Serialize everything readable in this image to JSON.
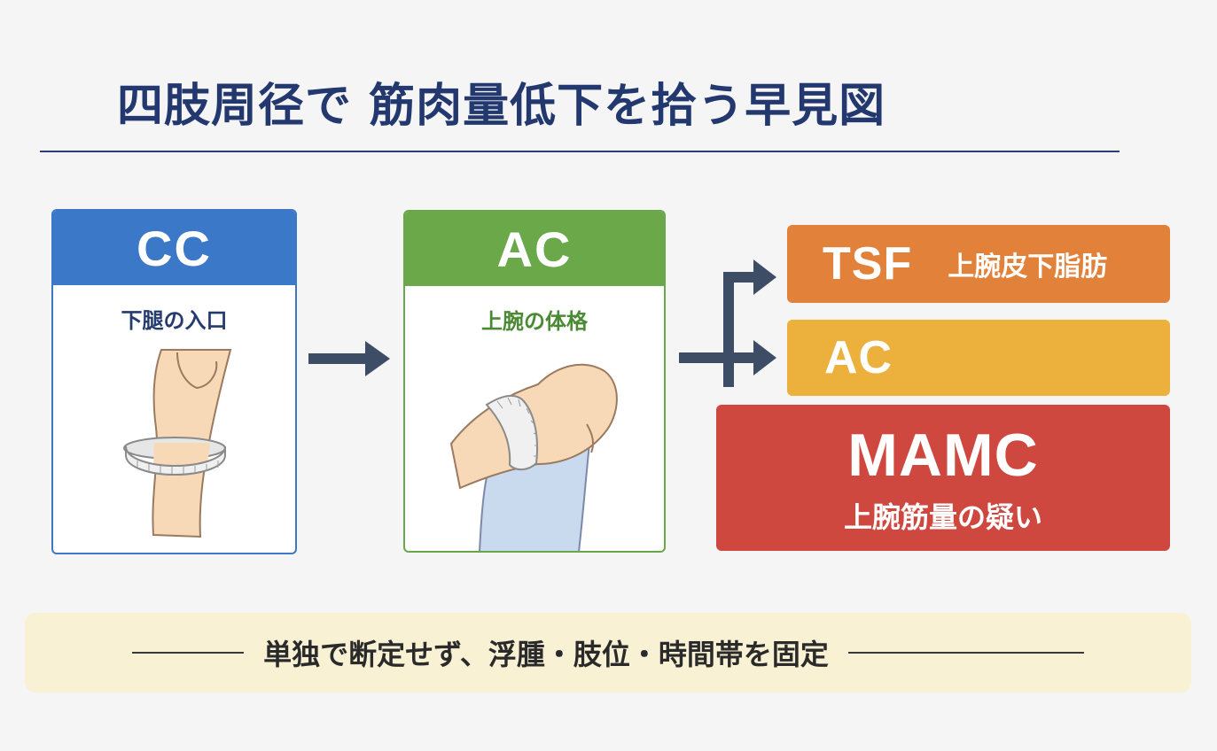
{
  "title": "四肢周径で 筋肉量低下を拾う早見図",
  "cards": {
    "cc": {
      "code": "CC",
      "label": "下腿の入口"
    },
    "ac": {
      "code": "AC",
      "label": "上腕の体格"
    }
  },
  "results": {
    "tsf": {
      "code": "TSF",
      "label": "上腕皮下脂肪"
    },
    "ac": {
      "code": "AC"
    },
    "mamc": {
      "code": "MAMC",
      "label": "上腕筋量の疑い"
    }
  },
  "note": "単独で断定せず、浮腫・肢位・時間帯を固定",
  "colors": {
    "title": "#22386e",
    "cc": "#3b78c8",
    "ac_card": "#6aa84a",
    "tsf": "#e2823a",
    "ac_result": "#ebb13c",
    "mamc": "#cf4840",
    "arrow": "#3e4d66",
    "note_bg": "#f8f1d4"
  },
  "icons": [
    "calf-measuring-tape-illustration",
    "upper-arm-measuring-tape-illustration",
    "right-arrow-icon",
    "branch-arrow-icon"
  ]
}
